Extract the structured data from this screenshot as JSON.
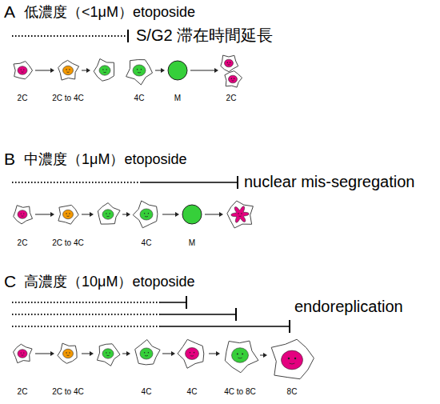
{
  "diagram": {
    "labels": [
      "A",
      "低濃度（<1μM）etoposide",
      "S/G2 滞在時間延長",
      "2C",
      "2C to 4C",
      "4C",
      "M",
      "2C",
      "B",
      "中濃度（1μM）etoposide",
      "nuclear mis-segregation",
      "2C",
      "2C to 4C",
      "4C",
      "M",
      "C",
      "高濃度（10μM）etoposide",
      "endoreplication",
      "2C",
      "2C to 4C",
      "4C",
      "4C",
      "4C to 8C",
      "8C"
    ]
  }
}
